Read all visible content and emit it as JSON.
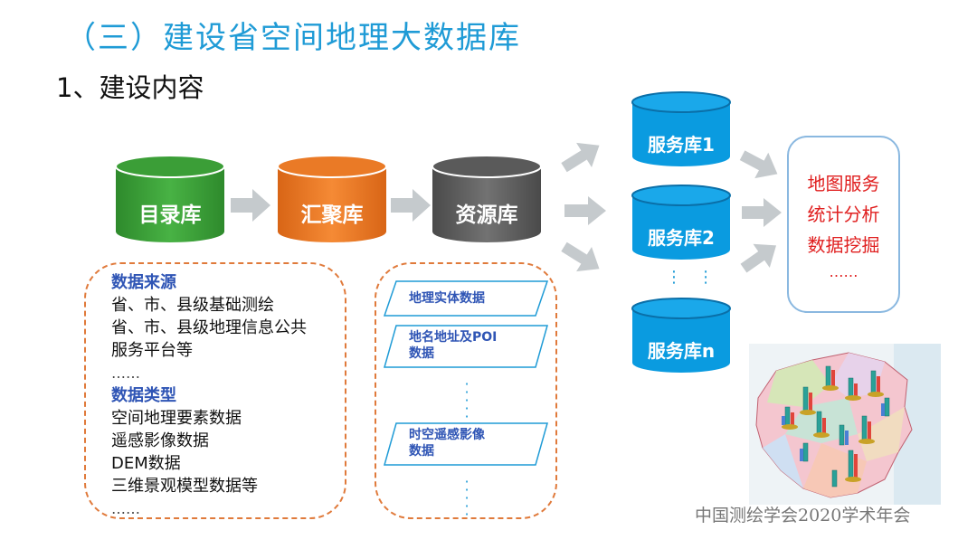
{
  "title": "（三）建设省空间地理大数据库",
  "subtitle": "1、建设内容",
  "databases": {
    "catalog": "目录库",
    "aggregation": "汇聚库",
    "resource": "资源库"
  },
  "service_dbs": [
    "服务库1",
    "服务库2",
    "服务库n"
  ],
  "service_ellipsis": "⋮   ⋮",
  "source_panel": {
    "source_heading": "数据来源",
    "source_items": [
      "省、市、县级基础测绘",
      "省、市、县级地理信息公共",
      "服务平台等"
    ],
    "source_more": "……",
    "type_heading": "数据类型",
    "type_items": [
      "空间地理要素数据",
      "遥感影像数据",
      "DEM数据",
      "三维景观模型数据等"
    ],
    "type_more": "……"
  },
  "resource_panel": {
    "entries": [
      {
        "line1": "地理实体数据",
        "line2": ""
      },
      {
        "line1": "地名地址及POI",
        "line2": "数据"
      },
      {
        "line1": "时空遥感影像",
        "line2": "数据"
      }
    ]
  },
  "analysis": {
    "items": [
      "地图服务",
      "统计分析",
      "数据挖掘",
      "……"
    ]
  },
  "watermark": "中国测绘学会2020学术年会",
  "colors": {
    "title": "#1f9bd6",
    "catalog": "#3fa83a",
    "aggregation": "#f07d28",
    "resource": "#606060",
    "service": "#0a9be0",
    "panel_border": "#e07a3b",
    "heading": "#2f55b5",
    "analysis_text": "#e02020",
    "arrow": "#c5cacd"
  }
}
